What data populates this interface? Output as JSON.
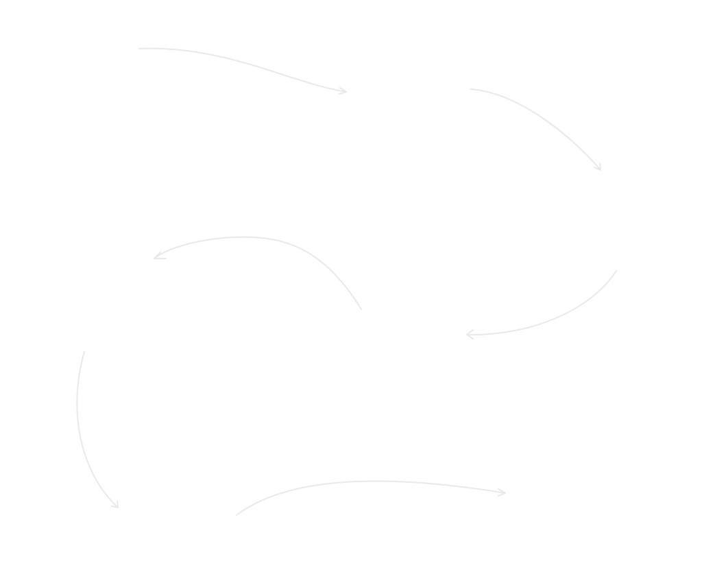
{
  "diagram": {
    "background_color": "#ffffff",
    "arrow_color": "#e9e9e9",
    "arrow_style": "hand-drawn curved connector",
    "arrow_count": 6,
    "arrows": [
      {
        "id": "arrow-1",
        "direction": "right"
      },
      {
        "id": "arrow-2",
        "direction": "down-right"
      },
      {
        "id": "arrow-3",
        "direction": "left"
      },
      {
        "id": "arrow-4",
        "direction": "left"
      },
      {
        "id": "arrow-5",
        "direction": "down"
      },
      {
        "id": "arrow-6",
        "direction": "right"
      }
    ]
  }
}
